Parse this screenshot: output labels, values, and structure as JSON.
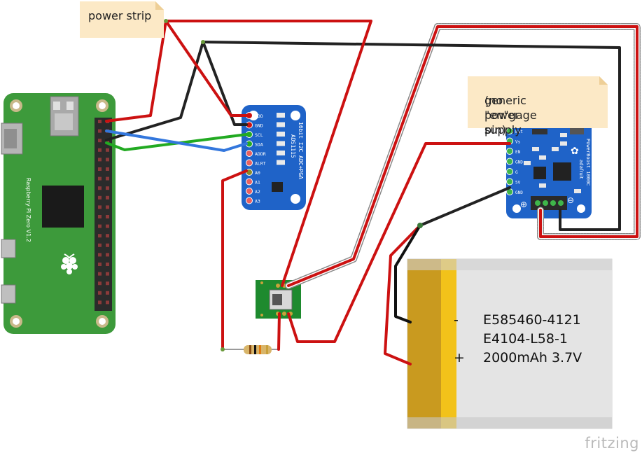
{
  "notes": {
    "power_strip": "power strip",
    "power_supply_line1": "generic power supply",
    "power_supply_line2": "(no \"en\"gage pin)"
  },
  "raspberry_pi": {
    "label": "Raspberry Pi Zero V1.2"
  },
  "adc": {
    "title": "16bit I2C ADC+PGA",
    "chip": "ADS1115",
    "pins": [
      "VDD",
      "GND",
      "SCL",
      "SDA",
      "ADDR",
      "ALRT",
      "A0",
      "A1",
      "A2",
      "A3"
    ]
  },
  "powerboost": {
    "title": "PowerBoost 1000C",
    "brand": "adafruit",
    "pins": [
      "Bat",
      "Vs",
      "EN",
      "GND",
      "G",
      "5V",
      "GND"
    ]
  },
  "battery": {
    "minus": "-",
    "plus": "+",
    "line1": "E585460-4121",
    "line2": "E4104-L58-1",
    "line3": "2000mAh 3.7V"
  },
  "watermark": "fritzing",
  "colors": {
    "wire_red": "#cc1111",
    "wire_black": "#222222",
    "wire_green": "#22aa22",
    "wire_blue": "#3377dd",
    "board_green": "#3a9a3a",
    "board_blue": "#1f63c8"
  }
}
